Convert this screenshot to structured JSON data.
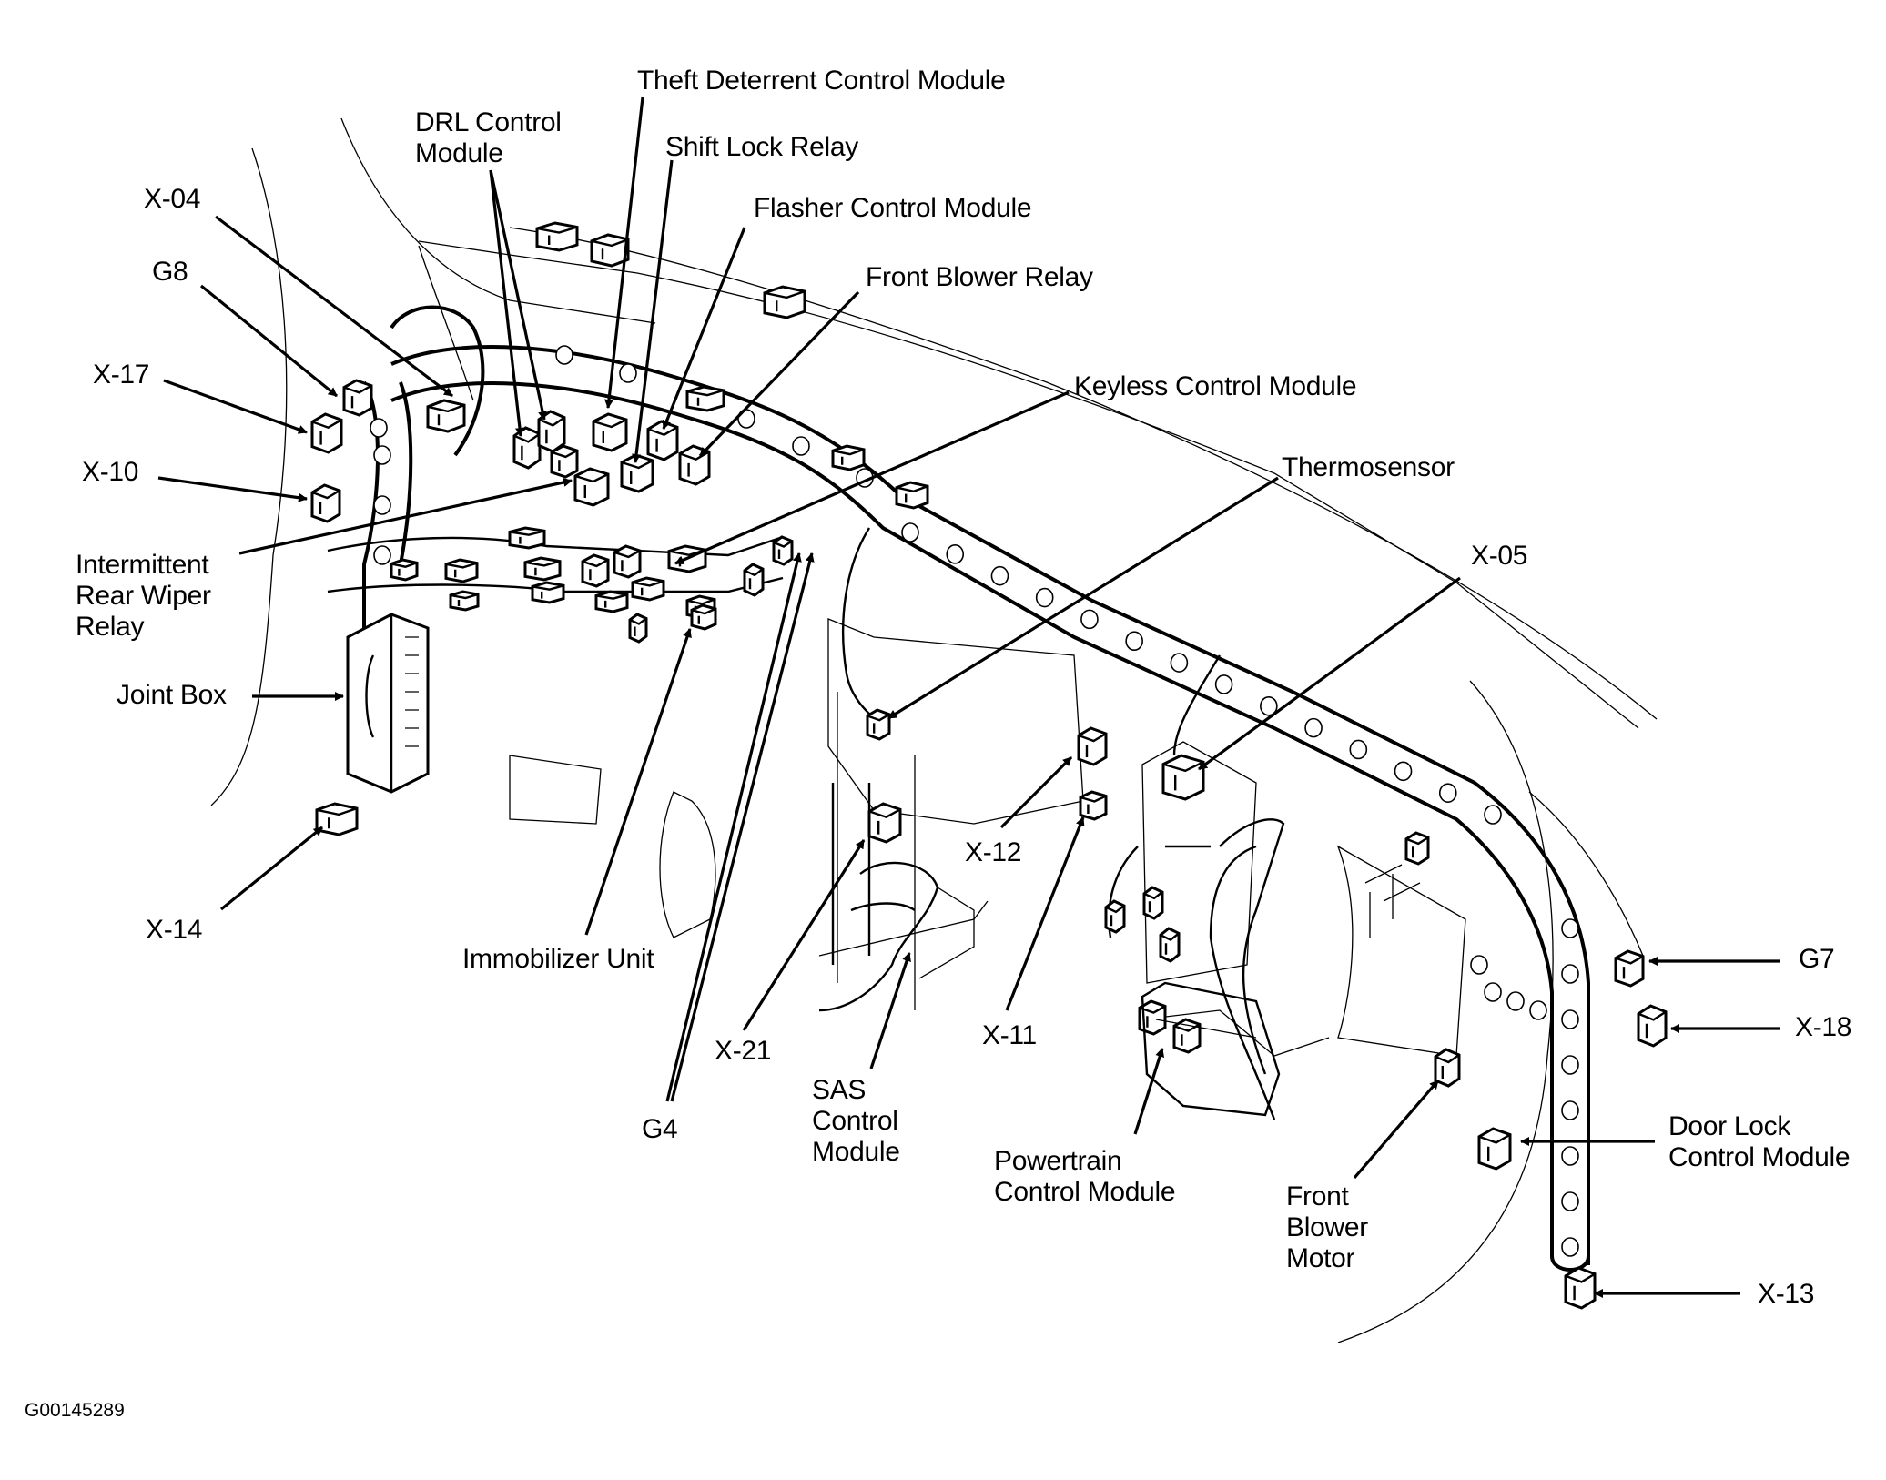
{
  "figure": {
    "id_label": "G00145289",
    "type": "component locator",
    "colors": {
      "ink": "#000000",
      "background": "#ffffff"
    }
  },
  "labels": [
    {
      "key": "theft_deterrent",
      "lines": [
        "Theft Deterrent Control Module"
      ]
    },
    {
      "key": "shift_lock",
      "lines": [
        "Shift Lock Relay"
      ]
    },
    {
      "key": "flasher",
      "lines": [
        "Flasher Control Module"
      ]
    },
    {
      "key": "front_blower_relay",
      "lines": [
        "Front Blower Relay"
      ]
    },
    {
      "key": "drl",
      "lines": [
        "DRL Control",
        "Module"
      ]
    },
    {
      "key": "x04",
      "lines": [
        "X-04"
      ]
    },
    {
      "key": "g8",
      "lines": [
        "G8"
      ]
    },
    {
      "key": "x17",
      "lines": [
        "X-17"
      ]
    },
    {
      "key": "x10",
      "lines": [
        "X-10"
      ]
    },
    {
      "key": "rear_wiper",
      "lines": [
        "Intermittent",
        "Rear Wiper",
        "Relay"
      ]
    },
    {
      "key": "keyless",
      "lines": [
        "Keyless Control Module"
      ]
    },
    {
      "key": "thermosensor",
      "lines": [
        "Thermosensor"
      ]
    },
    {
      "key": "x05",
      "lines": [
        "X-05"
      ]
    },
    {
      "key": "joint_box",
      "lines": [
        "Joint Box"
      ]
    },
    {
      "key": "x14",
      "lines": [
        "X-14"
      ]
    },
    {
      "key": "immobilizer",
      "lines": [
        "Immobilizer Unit"
      ]
    },
    {
      "key": "g4",
      "lines": [
        "G4"
      ]
    },
    {
      "key": "x21",
      "lines": [
        "X-21"
      ]
    },
    {
      "key": "sas",
      "lines": [
        "SAS",
        "Control",
        "Module"
      ]
    },
    {
      "key": "x12",
      "lines": [
        "X-12"
      ]
    },
    {
      "key": "x11",
      "lines": [
        "X-11"
      ]
    },
    {
      "key": "powertrain",
      "lines": [
        "Powertrain",
        "Control Module"
      ]
    },
    {
      "key": "front_blower_motor",
      "lines": [
        "Front",
        "Blower",
        "Motor"
      ]
    },
    {
      "key": "g7",
      "lines": [
        "G7"
      ]
    },
    {
      "key": "x18",
      "lines": [
        "X-18"
      ]
    },
    {
      "key": "door_lock",
      "lines": [
        "Door Lock",
        "Control Module"
      ]
    },
    {
      "key": "x13",
      "lines": [
        "X-13"
      ]
    }
  ]
}
